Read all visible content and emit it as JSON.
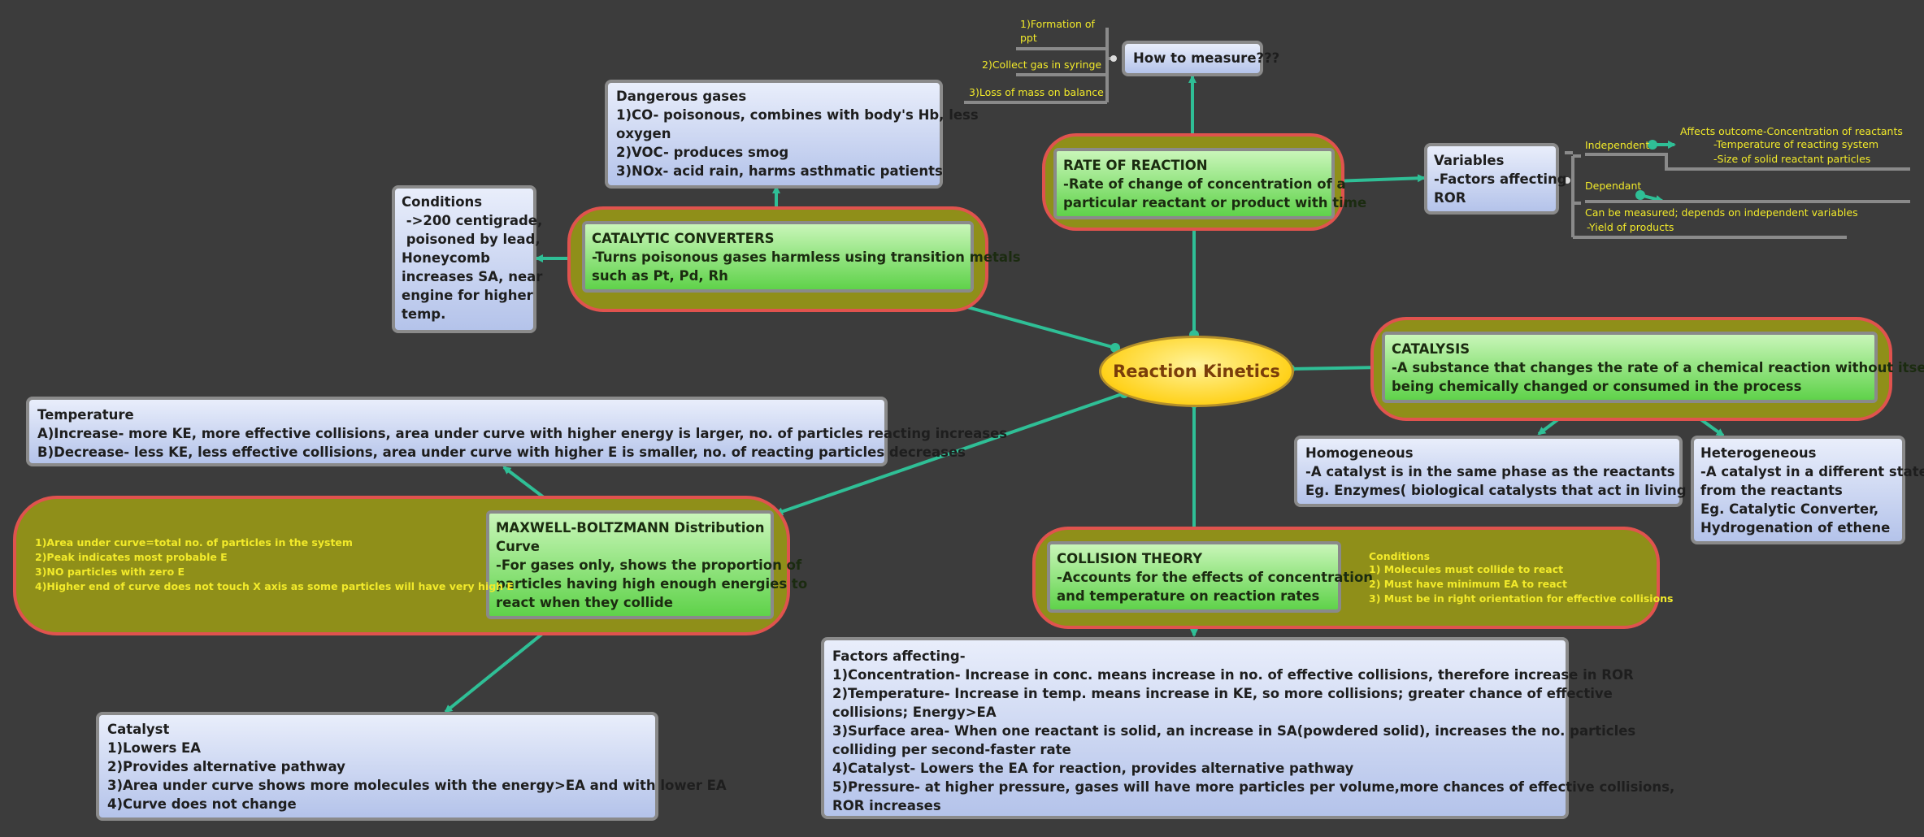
{
  "colors": {
    "background": "#3c3c3c",
    "connector": "#2fbf96",
    "cloud_red": "#8f8f19",
    "cloud_border": "#e0534e",
    "cloud_pink": "#ee7566",
    "label_yellow": "#f2ea2a"
  },
  "central": {
    "label": "Reaction Kinetics"
  },
  "rate_of_reaction": {
    "title": "RATE OF REACTION",
    "lines": [
      "-Rate of change of concentration of a",
      "particular reactant or product with time"
    ]
  },
  "how_to_measure": {
    "title": "How to measure???",
    "items": [
      "1)Formation of",
      "ppt",
      "2)Collect gas in syringe",
      "3)Loss of mass on balance"
    ]
  },
  "variables": {
    "title": "Variables",
    "lines": [
      "-Factors affecting",
      "ROR"
    ],
    "independent_label": "Independent",
    "independent_items": [
      "Affects outcome-Concentration of reactants",
      "-Temperature of reacting system",
      "-Size of solid reactant particles"
    ],
    "dependant_label": "Dependant",
    "dependant_items": [
      "Can be measured; depends on independent variables",
      "-Yield of products"
    ]
  },
  "catalytic_converters": {
    "title": "CATALYTIC CONVERTERS",
    "lines": [
      "-Turns poisonous gases harmless using transition metals",
      "such as Pt, Pd, Rh"
    ]
  },
  "dangerous_gases": {
    "title": "Dangerous gases",
    "lines": [
      "1)CO- poisonous, combines with body's Hb, less",
      "oxygen",
      "2)VOC- produces smog",
      "3)NOx- acid rain, harms asthmatic patients"
    ]
  },
  "conditions": {
    "title": "Conditions",
    "lines": [
      " ->200 centigrade,",
      " poisoned by lead,",
      "Honeycomb",
      "increases SA, near",
      "engine for higher",
      "temp."
    ]
  },
  "catalysis": {
    "title": "CATALYSIS",
    "lines": [
      "-A substance that changes the rate of a chemical reaction without itself",
      "being chemically changed or consumed in the process"
    ]
  },
  "homogeneous": {
    "title": "Homogeneous",
    "lines": [
      "-A catalyst is in the same phase as the reactants",
      "Eg. Enzymes( biological catalysts that act in living orgs.)"
    ]
  },
  "heterogeneous": {
    "title": "Heterogeneous",
    "lines": [
      "-A catalyst in a different state",
      "from the reactants",
      "Eg. Catalytic Converter,",
      "Hydrogenation of ethene"
    ]
  },
  "temperature": {
    "title": "Temperature",
    "lines": [
      "A)Increase- more KE, more effective collisions, area under curve with higher energy is larger, no. of particles reacting increases",
      "B)Decrease- less KE, less effective collisions, area under curve with higher E is smaller, no. of reacting particles decreases"
    ]
  },
  "maxwell": {
    "title": "MAXWELL-BOLTZMANN Distribution",
    "lines": [
      "Curve",
      "-For gases only, shows the proportion of",
      "particles having high enough energies to",
      "react when they collide"
    ],
    "notes": [
      "1)Area under curve=total no. of particles in the system",
      "2)Peak indicates most probable E",
      "3)NO particles with zero E",
      "4)Higher end of curve does not touch X axis as some particles will have very high E"
    ]
  },
  "catalyst": {
    "title": "Catalyst",
    "lines": [
      "1)Lowers EA",
      "2)Provides alternative pathway",
      "3)Area under curve shows more molecules with the energy>EA and with lower EA",
      "4)Curve does not change"
    ]
  },
  "collision_theory": {
    "title": "COLLISION THEORY",
    "lines": [
      "-Accounts for the effects of concentration",
      "and temperature on reaction rates"
    ],
    "conditions_title": "Conditions",
    "conditions": [
      "1) Molecules must collide to react",
      "2) Must have minimum EA to react",
      "3) Must be in right orientation for effective collisions"
    ]
  },
  "factors": {
    "title": "Factors affecting-",
    "lines": [
      "1)Concentration- Increase in conc. means increase in no. of effective collisions, therefore increase in ROR",
      "2)Temperature- Increase in temp. means increase in KE, so more collisions; greater chance of effective",
      "collisions; Energy>EA",
      "3)Surface area- When one reactant is solid, an increase in SA(powdered solid), increases the no. particles",
      "colliding per second-faster rate",
      "4)Catalyst- Lowers the EA for reaction, provides alternative pathway",
      "5)Pressure- at higher pressure, gases will have more particles per volume,more chances of effective collisions,",
      "ROR increases"
    ]
  }
}
